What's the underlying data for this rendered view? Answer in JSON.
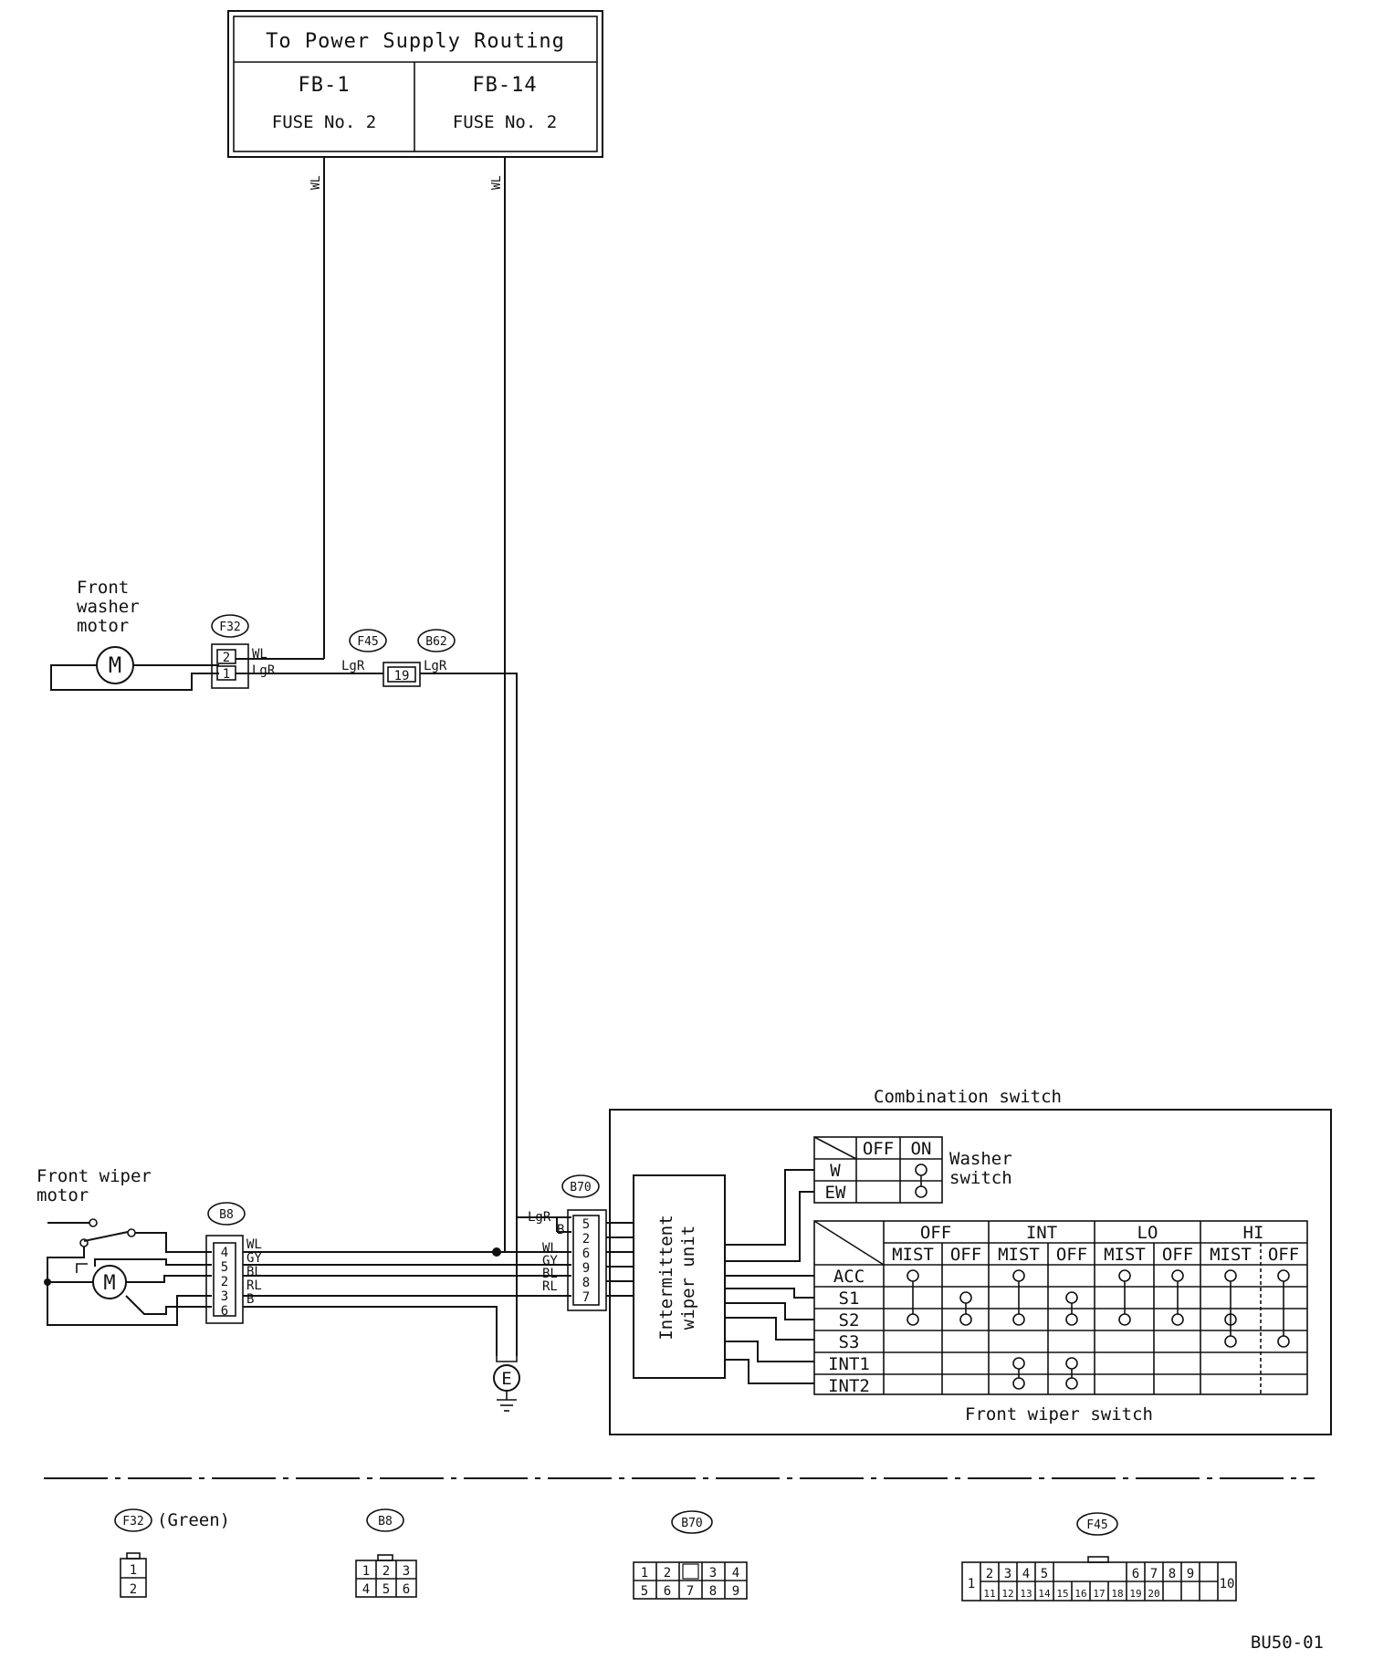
{
  "power_box": {
    "title": "To Power Supply Routing",
    "left_code": "FB-1",
    "left_fuse": "FUSE No. 2",
    "right_code": "FB-14",
    "right_fuse": "FUSE No. 2"
  },
  "wire_colors": {
    "wl": "WL",
    "lgr": "LgR",
    "b": "B",
    "gy": "GY",
    "bl": "BL",
    "rl": "RL"
  },
  "washer_motor": {
    "line1": "Front",
    "line2": "washer",
    "line3": "motor"
  },
  "wiper_motor": {
    "line1": "Front wiper",
    "line2": "motor"
  },
  "connectors": {
    "f32": "F32",
    "f45": "F45",
    "b62": "B62",
    "b8": "B8",
    "b70": "B70",
    "f32_note": "(Green)"
  },
  "f32_pins": [
    "2",
    "1"
  ],
  "b62_pin": "19",
  "b8_pins": [
    "4",
    "5",
    "2",
    "3",
    "6"
  ],
  "b70_pins": [
    "5",
    "2",
    "6",
    "9",
    "8",
    "7"
  ],
  "ground": "E",
  "combination_switch": {
    "title": "Combination switch",
    "unit_line1": "Intermittent",
    "unit_line2": "wiper unit",
    "washer_label1": "Washer",
    "washer_label2": "switch",
    "wiper_caption": "Front wiper switch"
  },
  "washer_table": {
    "cols": [
      "OFF",
      "ON"
    ],
    "rows": [
      "W",
      "EW"
    ]
  },
  "wiper_table": {
    "groups": [
      "OFF",
      "INT",
      "LO",
      "HI"
    ],
    "subcols": [
      "MIST",
      "OFF",
      "MIST",
      "OFF",
      "MIST",
      "OFF",
      "MIST",
      "OFF"
    ],
    "rows": [
      "ACC",
      "S1",
      "S2",
      "S3",
      "INT1",
      "INT2"
    ]
  },
  "connector_faces": {
    "f32": {
      "row1": [
        "1"
      ],
      "row2": [
        "2"
      ]
    },
    "b8": {
      "row1": [
        "1",
        "2",
        "3"
      ],
      "row2": [
        "4",
        "5",
        "6"
      ]
    },
    "b70": {
      "row1": [
        "1",
        "2",
        "",
        "3",
        "4"
      ],
      "row2": [
        "5",
        "6",
        "7",
        "8",
        "9"
      ]
    },
    "f45": {
      "left": "1",
      "row1": [
        "2",
        "3",
        "4",
        "5",
        "6",
        "7",
        "8",
        "9"
      ],
      "row2": [
        "11",
        "12",
        "13",
        "14",
        "15",
        "16",
        "17",
        "18",
        "19",
        "20"
      ],
      "right": "10"
    }
  },
  "figure_id": "BU50-01"
}
